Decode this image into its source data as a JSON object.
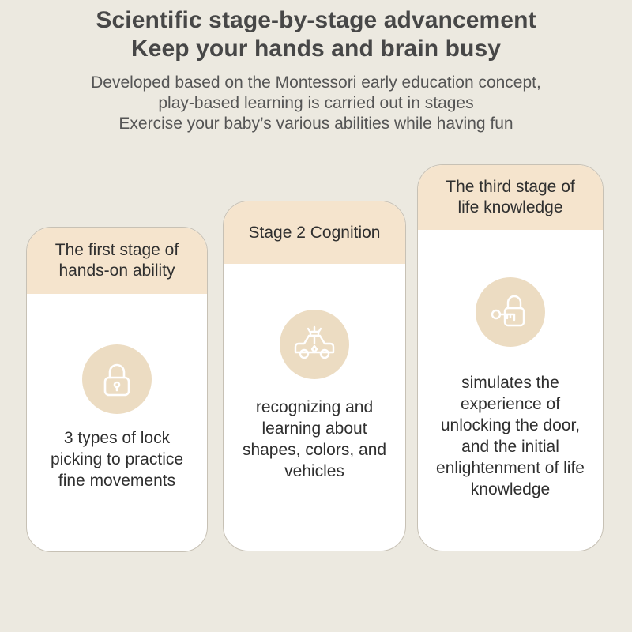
{
  "header": {
    "title_line1": "Scientific stage-by-stage advancement",
    "title_line2": "Keep your hands and brain busy",
    "subtitle_line1": "Developed based on the Montessori early education concept,",
    "subtitle_line2": "play-based learning is carried out in stages",
    "subtitle_line3": "Exercise your baby’s various abilities while having fun"
  },
  "cards": [
    {
      "icon": "padlock-icon",
      "header_lines": [
        "The first stage of",
        "hands-on ability"
      ],
      "body_lines": [
        "3 types of lock",
        "picking to practice",
        "fine movements"
      ]
    },
    {
      "icon": "toy-car-icon",
      "header_lines": [
        "Stage 2 Cognition"
      ],
      "body_lines": [
        "recognizing and",
        "learning about",
        "shapes, colors, and",
        "vehicles"
      ]
    },
    {
      "icon": "lock-and-key-icon",
      "header_lines": [
        "The third stage of",
        "life knowledge"
      ],
      "body_lines": [
        "simulates the",
        "experience of",
        "unlocking the door,",
        "and the initial",
        "enlightenment of life",
        "knowledge"
      ]
    }
  ],
  "colors": {
    "background": "#ece9e0",
    "card_header": "#f5e4cd",
    "icon_circle": "#ecdcc2",
    "icon_stroke": "#ffffff"
  }
}
